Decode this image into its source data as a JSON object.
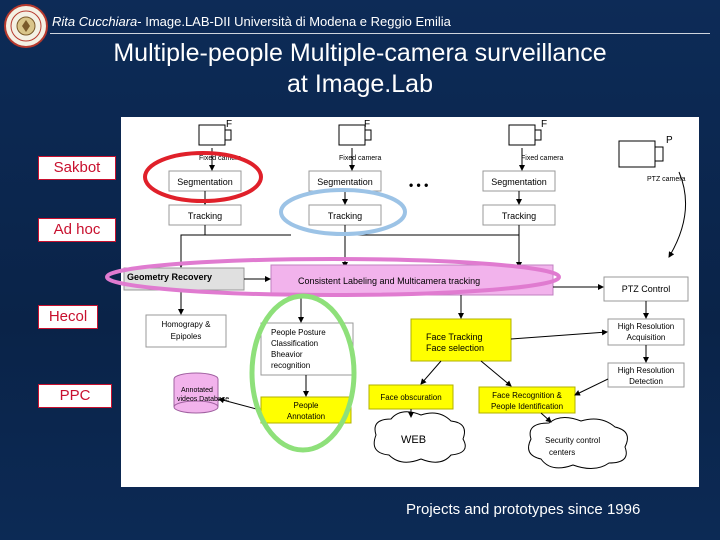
{
  "header": {
    "author": "Rita Cucchiara",
    "affiliation": "- Image.LAB-DII Università di Modena e Reggio Emilia"
  },
  "title": {
    "line1": "Multiple-people Multiple-camera surveillance",
    "line2": "at Image.Lab"
  },
  "categories": {
    "sakbot": "Sakbot",
    "adhoc": "Ad hoc",
    "hecol": "Hecol",
    "ppc": "PPC"
  },
  "diagram": {
    "cam_letter_f1": "F",
    "cam_letter_f2": "F",
    "cam_letter_f3": "F",
    "cam_letter_p": "P",
    "fixed_camera_1": "Fixed camera",
    "fixed_camera_2": "Fixed camera",
    "fixed_camera_3": "Fixed camera",
    "ptz_camera": "PTZ camera",
    "segmentation_1": "Segmentation",
    "segmentation_2": "Segmentation",
    "segmentation_3": "Segmentation",
    "ellipsis": "• • •",
    "tracking_1": "Tracking",
    "tracking_2": "Tracking",
    "tracking_3": "Tracking",
    "geometry_recovery": "Geometry Recovery",
    "consistent_labeling": "Consistent Labeling and Multicamera tracking",
    "ptz_control": "PTZ Control",
    "homography_l1": "Homograpy &",
    "homography_l2": "Epipoles",
    "posture_l1": "People Posture",
    "posture_l2": "Classification",
    "posture_l3": "Bheavior",
    "posture_l4": "recognition",
    "face_tracking_l1": "Face Tracking",
    "face_tracking_l2": "Face selection",
    "hires_acq_l1": "High Resolution",
    "hires_acq_l2": "Acquisition",
    "hires_det_l1": "High Resolution",
    "hires_det_l2": "Detection",
    "annotated_l1": "Annotated",
    "annotated_l2": "videos Database",
    "people_annotation_l1": "People",
    "people_annotation_l2": "Annotation",
    "face_obscuration": "Face obscuration",
    "face_recog_l1": "Face Recognition &",
    "face_recog_l2": "People Identification",
    "web": "WEB",
    "security_l1": "Security control",
    "security_l2": "centers"
  },
  "footer": {
    "text": "Projects and prototypes since 1996"
  },
  "colors": {
    "background": "#0c2a55",
    "category_red": "#c8102e",
    "pink": "#e07bd0",
    "blue_ellipse": "#9cc3e6",
    "green_ellipse": "#8ee07a",
    "yellow_box": "#ffff00",
    "pink_box": "#f2b3ec"
  }
}
